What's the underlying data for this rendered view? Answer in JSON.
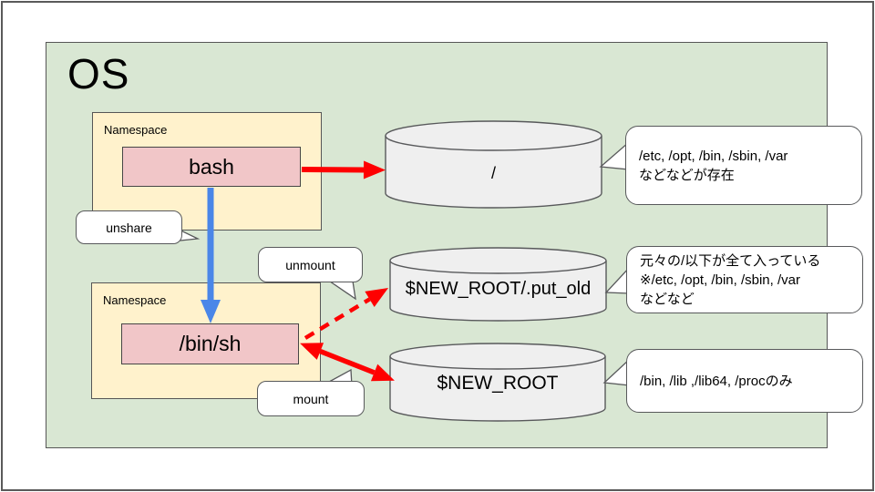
{
  "diagram": {
    "os_label": "OS",
    "namespaces": [
      {
        "label": "Namespace",
        "process": "bash"
      },
      {
        "label": "Namespace",
        "process": "/bin/sh"
      }
    ],
    "bubbles": {
      "unshare": "unshare",
      "unmount": "unmount",
      "mount": "mount"
    },
    "cylinders": [
      {
        "label": "/"
      },
      {
        "label": "$NEW_ROOT/.put_old"
      },
      {
        "label": "$NEW_ROOT"
      }
    ],
    "callouts": [
      {
        "lines": [
          "/etc, /opt, /bin, /sbin, /var",
          "などなどが存在"
        ]
      },
      {
        "lines": [
          "元々の/以下が全て入っている",
          "※/etc, /opt, /bin, /sbin, /var",
          "などなど"
        ]
      },
      {
        "lines": [
          "/bin, /lib ,/lib64, /procのみ"
        ]
      }
    ],
    "colors": {
      "os_bg": "#d9e7d3",
      "namespace_bg": "#fff2cc",
      "process_bg": "#f1c6c8",
      "cylinder_bg": "#efefef",
      "arrow_red": "#fe0000",
      "arrow_blue": "#4a86e8"
    }
  }
}
